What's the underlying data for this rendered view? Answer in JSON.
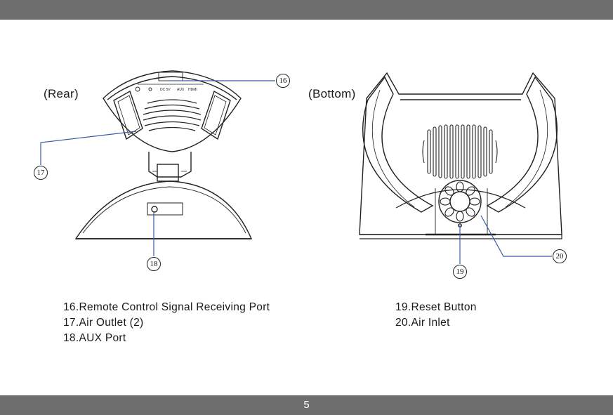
{
  "views": {
    "rear_label": "(Rear)",
    "bottom_label": "(Bottom)"
  },
  "rear_panel_text": {
    "ports": [
      "DC 5V",
      "AUX",
      "HDMI"
    ]
  },
  "callouts": {
    "c16": "16",
    "c17": "17",
    "c18": "18",
    "c19": "19",
    "c20": "20"
  },
  "legend_left": [
    "16.Remote Control Signal Receiving Port",
    "17.Air Outlet (2)",
    "18.AUX Port"
  ],
  "legend_right": [
    "19.Reset Button",
    "20.Air Inlet"
  ],
  "footer": {
    "page_number": "5"
  },
  "colors": {
    "bar": "#6f6e6e",
    "leader": "#3b5ba8",
    "ink": "#1a1a1a"
  }
}
